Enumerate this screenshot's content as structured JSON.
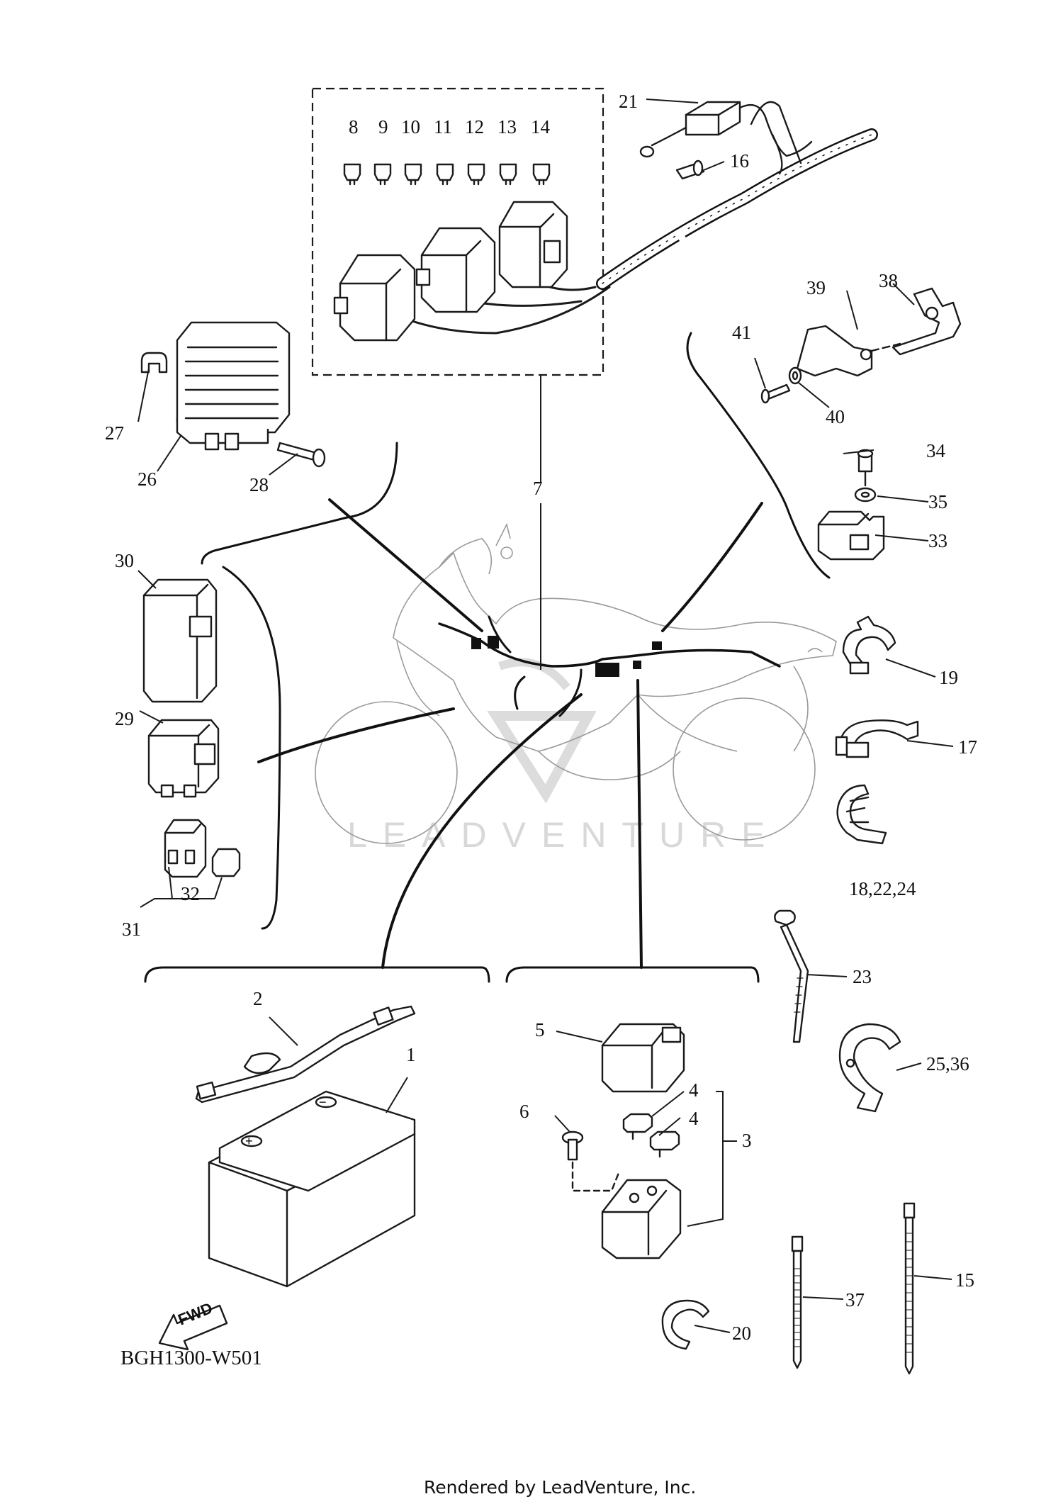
{
  "diagram_code": "BGH1300-W501",
  "credit": "Rendered by LeadVenture, Inc.",
  "watermark": "LEADVENTURE",
  "fwd_label": "FWD",
  "callouts": [
    {
      "id": "c1",
      "label": "1"
    },
    {
      "id": "c2",
      "label": "2"
    },
    {
      "id": "c3",
      "label": "3"
    },
    {
      "id": "c4a",
      "label": "4"
    },
    {
      "id": "c4b",
      "label": "4"
    },
    {
      "id": "c5",
      "label": "5"
    },
    {
      "id": "c6",
      "label": "6"
    },
    {
      "id": "c7",
      "label": "7"
    },
    {
      "id": "c8",
      "label": "8"
    },
    {
      "id": "c9",
      "label": "9"
    },
    {
      "id": "c10",
      "label": "10"
    },
    {
      "id": "c11",
      "label": "11"
    },
    {
      "id": "c12",
      "label": "12"
    },
    {
      "id": "c13",
      "label": "13"
    },
    {
      "id": "c14",
      "label": "14"
    },
    {
      "id": "c15",
      "label": "15"
    },
    {
      "id": "c16",
      "label": "16"
    },
    {
      "id": "c17",
      "label": "17"
    },
    {
      "id": "c18",
      "label": "18,22,24"
    },
    {
      "id": "c19",
      "label": "19"
    },
    {
      "id": "c20",
      "label": "20"
    },
    {
      "id": "c21",
      "label": "21"
    },
    {
      "id": "c23",
      "label": "23"
    },
    {
      "id": "c25",
      "label": "25,36"
    },
    {
      "id": "c26",
      "label": "26"
    },
    {
      "id": "c27",
      "label": "27"
    },
    {
      "id": "c28",
      "label": "28"
    },
    {
      "id": "c29",
      "label": "29"
    },
    {
      "id": "c30",
      "label": "30"
    },
    {
      "id": "c31",
      "label": "31"
    },
    {
      "id": "c32",
      "label": "32"
    },
    {
      "id": "c33",
      "label": "33"
    },
    {
      "id": "c34",
      "label": "34"
    },
    {
      "id": "c35",
      "label": "35"
    },
    {
      "id": "c37",
      "label": "37"
    },
    {
      "id": "c38",
      "label": "38"
    },
    {
      "id": "c39",
      "label": "39"
    },
    {
      "id": "c40",
      "label": "40"
    },
    {
      "id": "c41",
      "label": "41"
    }
  ]
}
